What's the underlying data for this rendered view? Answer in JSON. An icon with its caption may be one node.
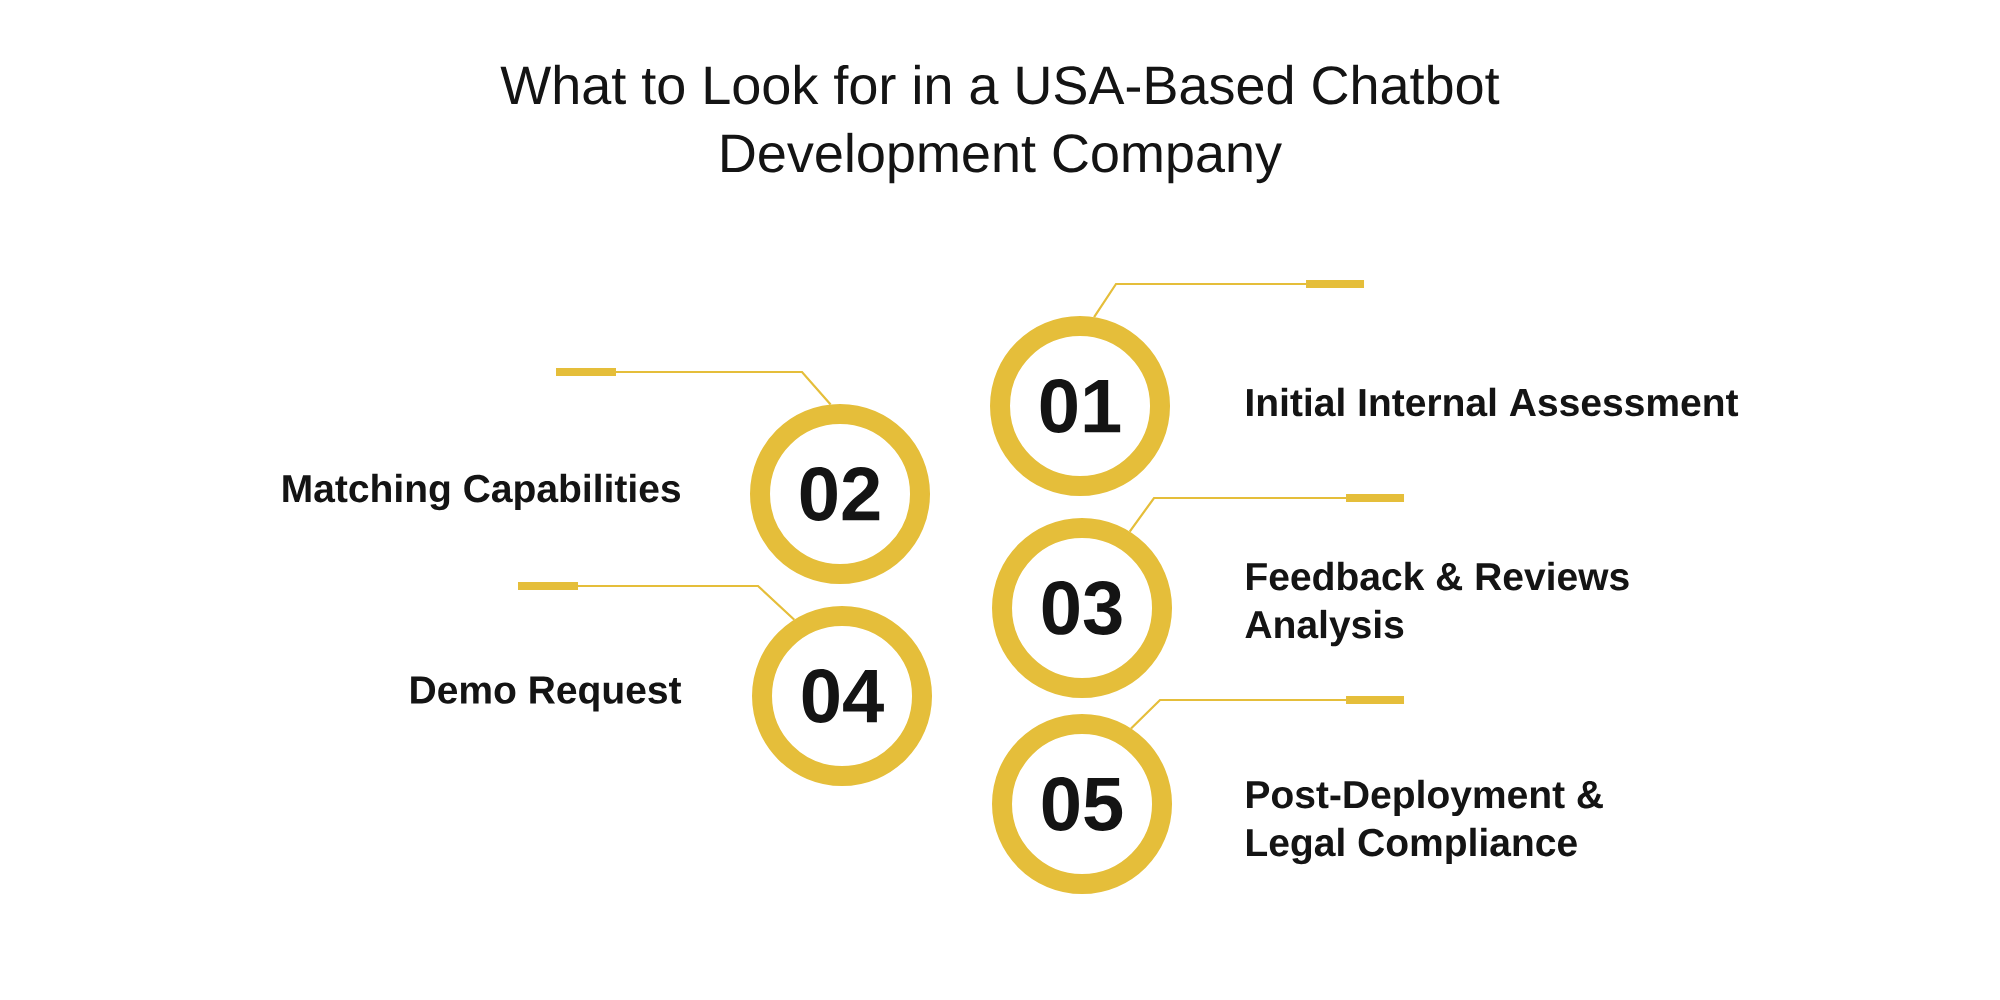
{
  "diagram": {
    "title": "What to Look for in a USA-Based Chatbot Development Company",
    "nodes": [
      {
        "text": [
          "01"
        ],
        "beside": [
          "Initial Internal Assessment"
        ]
      },
      {
        "text": [
          "02"
        ],
        "beside": [
          "Matching Capabilities"
        ]
      },
      {
        "text": [
          "03"
        ],
        "beside": [
          "Feedback & Reviews Analysis"
        ]
      },
      {
        "text": [
          "04"
        ],
        "beside": [
          "Demo Request"
        ]
      },
      {
        "text": [
          "05"
        ],
        "beside": [
          "Post-Deployment & Legal Compliance"
        ]
      }
    ],
    "edges": [
      {
        "from": 0,
        "to": null,
        "arrow": "none"
      },
      {
        "from": 1,
        "to": null,
        "arrow": "none"
      },
      {
        "from": 2,
        "to": null,
        "arrow": "none"
      },
      {
        "from": 3,
        "to": null,
        "arrow": "none"
      },
      {
        "from": 4,
        "to": null,
        "arrow": "none"
      }
    ]
  }
}
